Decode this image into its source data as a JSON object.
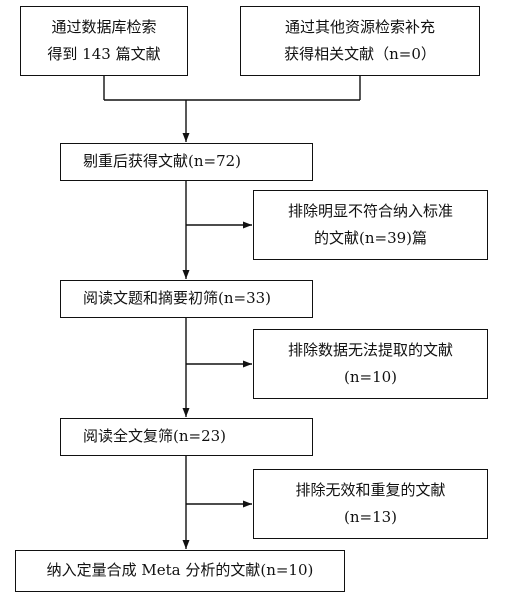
{
  "diagram": {
    "boxes": {
      "database": [
        "通过数据库检索",
        "得到 143 篇文献"
      ],
      "other": [
        "通过其他资源检索补充",
        "获得相关文献（n=0）"
      ],
      "dedup": [
        "剔重后获得文献(n=72)"
      ],
      "exclude_obvious": [
        "排除明显不符合纳入标准",
        "的文献(n=39)篇"
      ],
      "title_abstract": [
        "阅读文题和摘要初筛(n=33)"
      ],
      "exclude_no_data": [
        "排除数据无法提取的文献",
        "(n=10)"
      ],
      "fulltext": [
        "阅读全文复筛(n=23)"
      ],
      "exclude_invalid": [
        "排除无效和重复的文献",
        "(n=13)"
      ],
      "final": [
        "纳入定量合成 Meta 分析的文献(n=10)"
      ]
    },
    "line_color": "#111111"
  }
}
